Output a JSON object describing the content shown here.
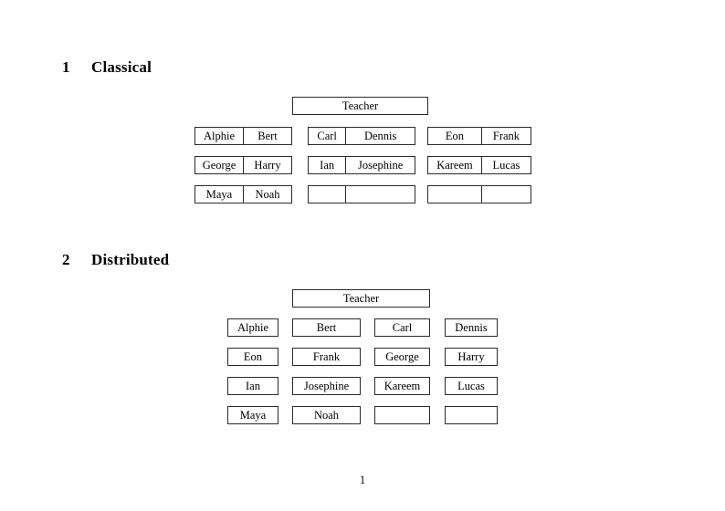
{
  "document": {
    "page_number": "1"
  },
  "sections": [
    {
      "number": "1",
      "title": "Classical",
      "teacher_label": "Teacher",
      "layout": "joined-pairs",
      "columns": [
        {
          "name": "left",
          "rows": [
            [
              "Alphie",
              "Bert"
            ],
            [
              "George",
              "Harry"
            ],
            [
              "Maya",
              "Noah"
            ]
          ]
        },
        {
          "name": "middle",
          "rows": [
            [
              "Carl",
              "Dennis"
            ],
            [
              "Ian",
              "Josephine"
            ],
            [
              "",
              ""
            ]
          ]
        },
        {
          "name": "right",
          "rows": [
            [
              "Eon",
              "Frank"
            ],
            [
              "Kareem",
              "Lucas"
            ],
            [
              "",
              ""
            ]
          ]
        }
      ]
    },
    {
      "number": "2",
      "title": "Distributed",
      "teacher_label": "Teacher",
      "layout": "separate-boxes",
      "rows": [
        [
          "Alphie",
          "Bert",
          "Carl",
          "Dennis"
        ],
        [
          "Eon",
          "Frank",
          "George",
          "Harry"
        ],
        [
          "Ian",
          "Josephine",
          "Kareem",
          "Lucas"
        ],
        [
          "Maya",
          "Noah",
          "",
          ""
        ]
      ]
    }
  ],
  "colors": {
    "page_background": "#ffffff",
    "text": "#000000",
    "box_border": "#2b2b2b"
  }
}
